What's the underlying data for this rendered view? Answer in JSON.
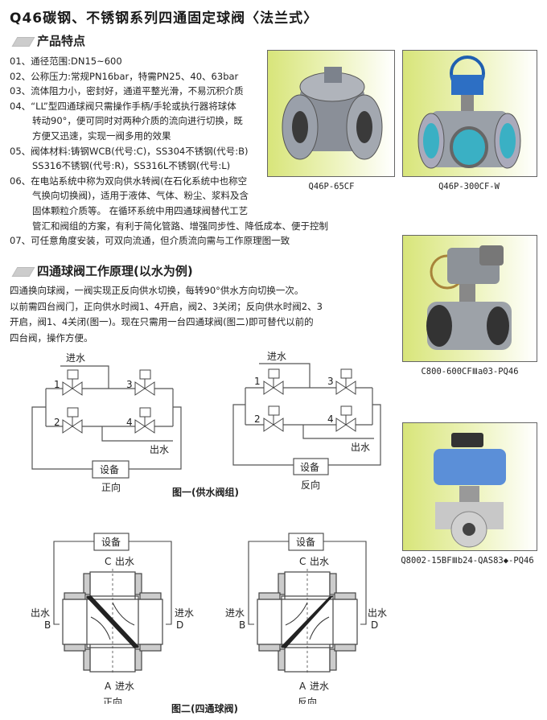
{
  "title": "Q46碳钢、不锈钢系列四通固定球阀〈法兰式〉",
  "features": {
    "heading": "产品特点",
    "lines": [
      "01、通径范围:DN15~600",
      "02、公称压力:常规PN16bar，特需PN25、40、63bar",
      "03、流体阻力小，密封好，通道平整光滑，不易沉积介质",
      "04、“LL”型四通球阀只需操作手柄/手轮或执行器将球体",
      "转动90°，便可同时对两种介质的流向进行切换，既",
      "方便又迅速，实现一阀多用的效果",
      "05、阀体材料:铸钢WCB(代号:C)，SS304不锈钢(代号:B)",
      "SS316不锈钢(代号:R)，SS316L不锈钢(代号:L)",
      "06、在电站系统中称为双向供水转阀(在石化系统中也称空",
      "气换向切换阀)，适用于液体、气体、粉尘、浆料及含",
      "固体颗粒介质等。 在循环系统中用四通球阀替代工艺",
      "管汇和阀组的方案，有利于简化管路、增强同步性、降低成本、便于控制",
      "07、可任意角度安装，可双向流通，但介质流向需与工作原理图一致"
    ]
  },
  "principle": {
    "heading": "四通球阀工作原理(以水为例)",
    "lines": [
      "四通换向球阀，一阀实现正反向供水切换，每转90°供水方向切换一次。",
      "以前需四台阀门，正向供水时阀1、4开启，阀2、3关闭；反向供水时阀2、3",
      "开启，阀1、4关闭(图一)。现在只需用一台四通球阀(图二)即可替代以前的",
      "四台阀，操作方便。"
    ]
  },
  "products": [
    {
      "caption": "Q46P-65CF"
    },
    {
      "caption": "Q46P-300CF-W"
    },
    {
      "caption": "C800-600CFⅢa03-PQ46"
    },
    {
      "caption": "Q8002-15BFⅢb24-QAS83◆-PQ46"
    }
  ],
  "figure1": {
    "caption": "图一(供水阀组)",
    "inlet": "进水",
    "outlet": "出水",
    "equipment": "设备",
    "valves": [
      "1",
      "2",
      "3",
      "4"
    ],
    "forward": "正向",
    "reverse": "反向"
  },
  "figure2": {
    "caption": "图二(四通球阀)",
    "equipment": "设备",
    "port_a": "A",
    "port_b": "B",
    "port_c": "C",
    "port_d": "D",
    "inlet": "进水",
    "outlet": "出水",
    "forward": "正向",
    "reverse": "反向"
  }
}
